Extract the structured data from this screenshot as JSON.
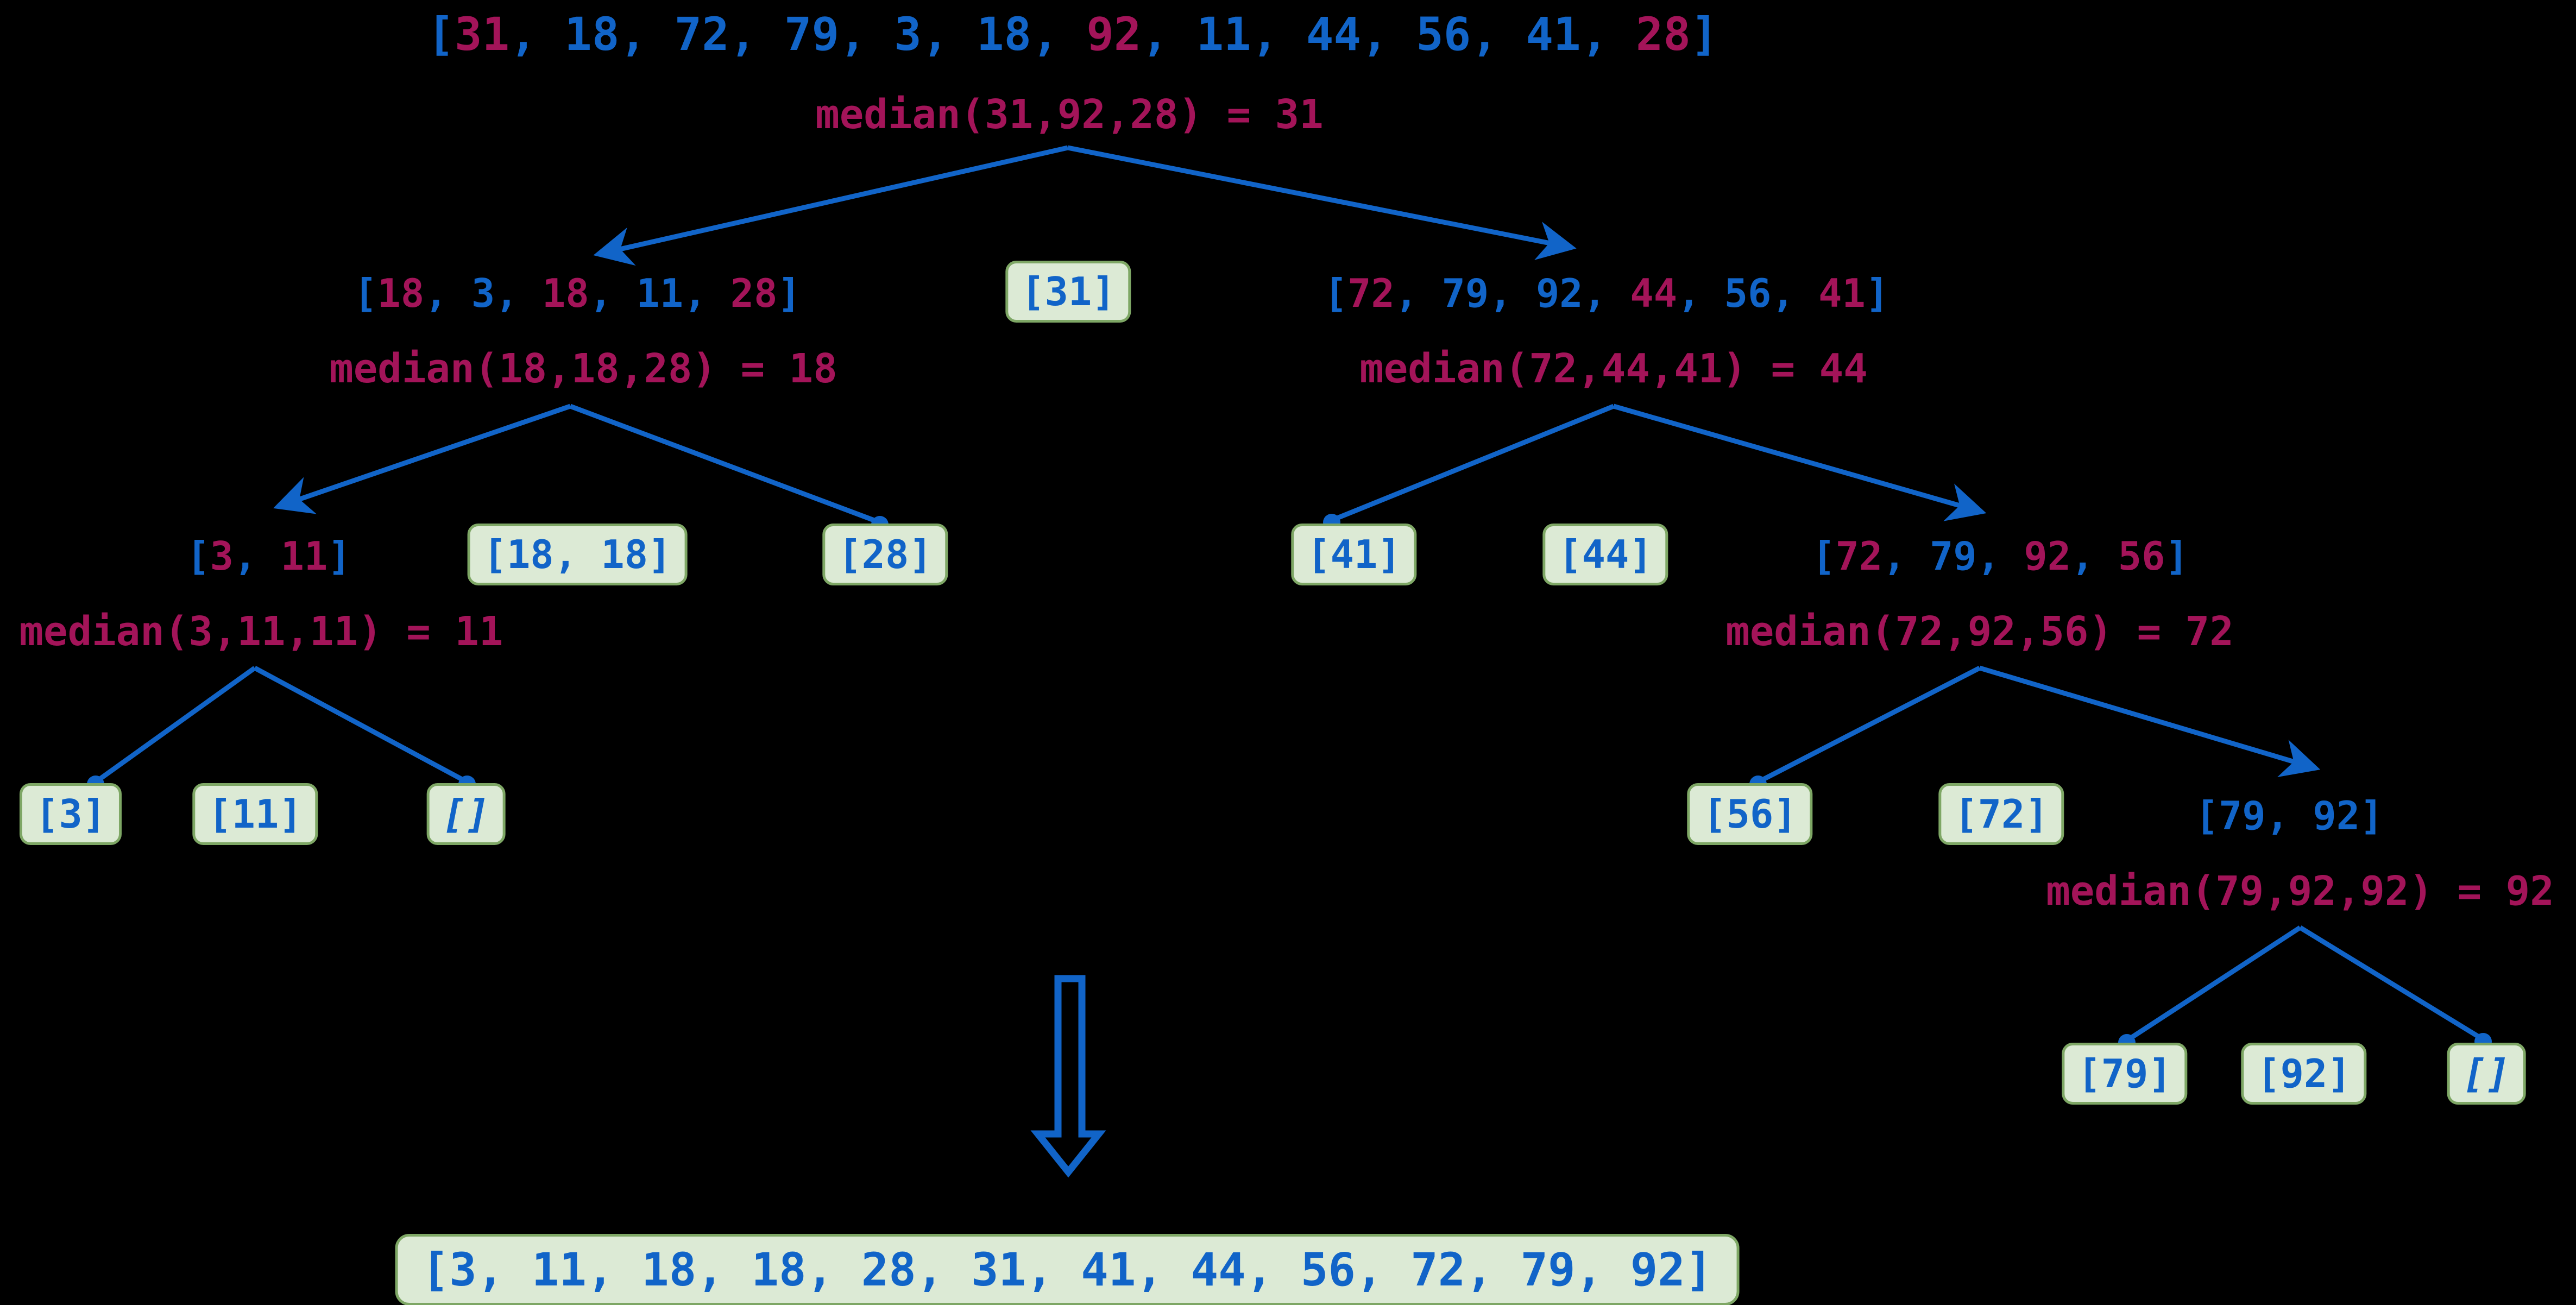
{
  "colors": {
    "background": "#000000",
    "value_blue": "#1164c8",
    "pivot_crimson": "#a31459",
    "box_background": "#dcead5",
    "box_border": "#7ea765",
    "connector_blue": "#1164c8"
  },
  "arrays": {
    "root": {
      "items": [
        {
          "v": "31",
          "hl": true
        },
        {
          "v": "18",
          "hl": false
        },
        {
          "v": "72",
          "hl": false
        },
        {
          "v": "79",
          "hl": false
        },
        {
          "v": "3",
          "hl": false
        },
        {
          "v": "18",
          "hl": false
        },
        {
          "v": "92",
          "hl": true
        },
        {
          "v": "11",
          "hl": false
        },
        {
          "v": "44",
          "hl": false
        },
        {
          "v": "56",
          "hl": false
        },
        {
          "v": "41",
          "hl": false
        },
        {
          "v": "28",
          "hl": true
        }
      ]
    },
    "l2_left": {
      "items": [
        {
          "v": "18",
          "hl": true
        },
        {
          "v": "3",
          "hl": false
        },
        {
          "v": "18",
          "hl": true
        },
        {
          "v": "11",
          "hl": false
        },
        {
          "v": "28",
          "hl": true
        }
      ]
    },
    "l2_right": {
      "items": [
        {
          "v": "72",
          "hl": true
        },
        {
          "v": "79",
          "hl": false
        },
        {
          "v": "92",
          "hl": false
        },
        {
          "v": "44",
          "hl": true
        },
        {
          "v": "56",
          "hl": false
        },
        {
          "v": "41",
          "hl": true
        }
      ]
    },
    "l3_left": {
      "items": [
        {
          "v": "3",
          "hl": true
        },
        {
          "v": "11",
          "hl": true
        }
      ]
    },
    "l3_right": {
      "items": [
        {
          "v": "72",
          "hl": true
        },
        {
          "v": "79",
          "hl": false
        },
        {
          "v": "92",
          "hl": true
        },
        {
          "v": "56",
          "hl": true
        }
      ]
    },
    "l4_right": {
      "items": [
        {
          "v": "79",
          "hl": false
        },
        {
          "v": "92",
          "hl": false
        }
      ]
    }
  },
  "medians": {
    "m1": "median(31,92,28) = 31",
    "m2l": "median(18,18,28) = 18",
    "m2r": "median(72,44,41) = 44",
    "m3l": "median(3,11,11) = 11",
    "m3r": "median(72,92,56) = 72",
    "m4": "median(79,92,92) = 92"
  },
  "boxes": {
    "pivot_31": "[31]",
    "equal_18_18": "[18, 18]",
    "leaf_28": "[28]",
    "leaf_41": "[41]",
    "pivot_44": "[44]",
    "leaf_3": "[3]",
    "pivot_11": "[11]",
    "empty_1": "[]",
    "leaf_56": "[56]",
    "pivot_72": "[72]",
    "leaf_79": "[79]",
    "pivot_92": "[92]",
    "empty_2": "[]",
    "sorted_result": "[3, 11, 18, 18, 28, 31, 41, 44, 56, 72, 79, 92]"
  }
}
